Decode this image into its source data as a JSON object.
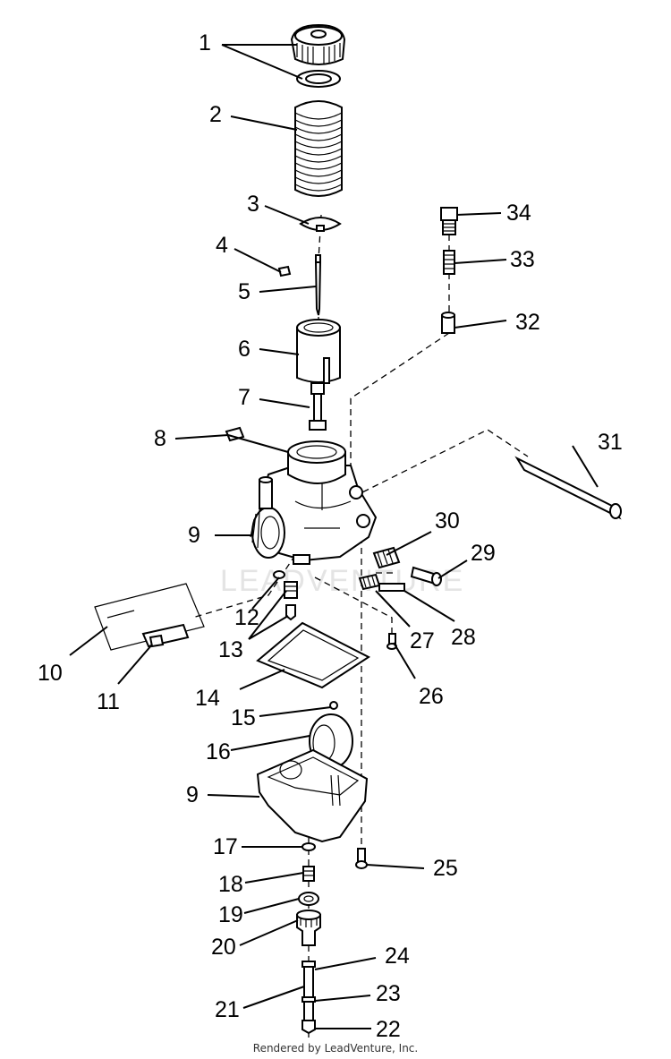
{
  "diagram": {
    "watermark": "LEADVENTURE",
    "credit": "Rendered by LeadVenture, Inc.",
    "callouts": [
      "1",
      "2",
      "3",
      "4",
      "5",
      "6",
      "7",
      "8",
      "9",
      "10",
      "11",
      "12",
      "13",
      "14",
      "15",
      "16",
      "9",
      "17",
      "18",
      "19",
      "20",
      "21",
      "22",
      "23",
      "24",
      "25",
      "26",
      "27",
      "28",
      "29",
      "30",
      "31",
      "32",
      "33",
      "34"
    ]
  },
  "colors": {
    "line": "#000000",
    "background": "#ffffff",
    "watermark": "#e4e4e4"
  }
}
